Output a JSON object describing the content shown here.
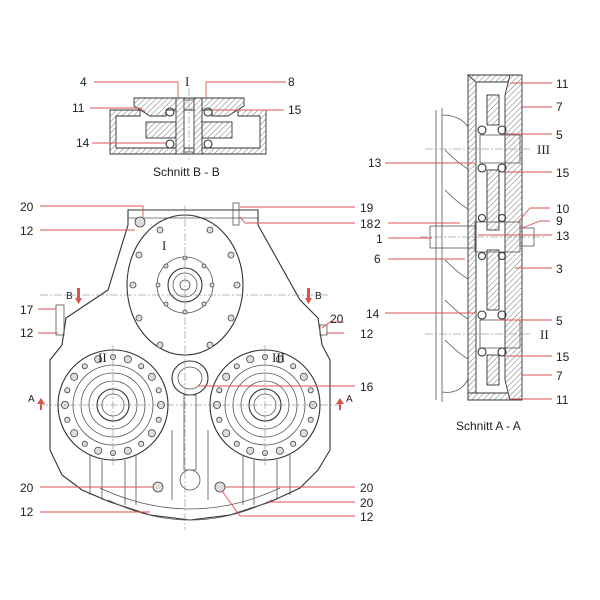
{
  "drawing": {
    "title": "Gearbox assembly drawing",
    "section_bb": {
      "caption": "Schnitt  B - B",
      "roman": "I",
      "labels_left": [
        "4",
        "11",
        "14"
      ],
      "labels_right": [
        "8",
        "15"
      ]
    },
    "section_aa": {
      "caption": "Schnitt  A - A",
      "roman_upper": "III",
      "roman_lower": "II",
      "labels_left": [
        "13",
        "2",
        "1",
        "6",
        "14"
      ],
      "labels_right": [
        "11",
        "7",
        "5",
        "15",
        "10",
        "9",
        "13",
        "3",
        "5",
        "15",
        "7",
        "11"
      ]
    },
    "front_view": {
      "roman_top": "I",
      "roman_left": "II",
      "roman_right": "III",
      "section_marks": {
        "b_left": "B",
        "b_right": "B",
        "a_left": "A",
        "a_right": "A"
      },
      "labels_left": [
        "20",
        "12",
        "17",
        "12",
        "20",
        "12"
      ],
      "labels_right": [
        "19",
        "18",
        "20",
        "12",
        "16",
        "20",
        "20",
        "12"
      ]
    },
    "colors": {
      "leader": "#d9534f",
      "line": "#555555"
    }
  }
}
